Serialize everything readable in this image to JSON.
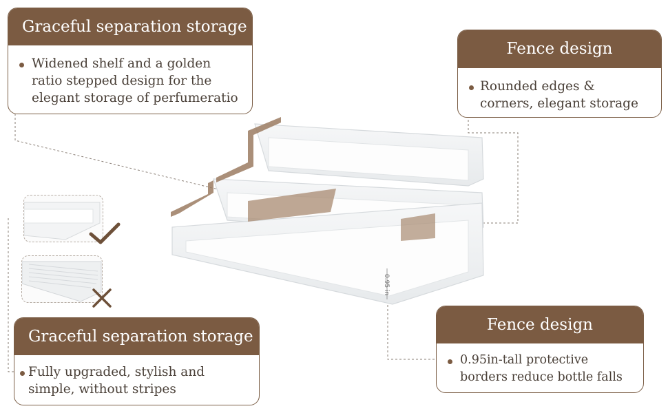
{
  "callouts": [
    {
      "title": "Graceful separation storage",
      "text": "Widened shelf and a golden ratio stepped design for the elegant storage of perfumeratio"
    },
    {
      "title": "Fence design",
      "text": "Rounded edges & corners, elegant storage"
    },
    {
      "title": "Graceful separation storage",
      "text": "Fully upgraded, stylish and simple, without stripes"
    },
    {
      "title": "Fence design",
      "text": "0.95in-tall protective borders reduce bottle falls"
    }
  ],
  "product": {
    "height_label": "0.95 in"
  },
  "comparison": [
    {
      "mark": "check-mark",
      "meaning": "good"
    },
    {
      "mark": "cross-mark",
      "meaning": "bad"
    }
  ],
  "colors": {
    "accent": "#7b5b42",
    "text": "#4a4038",
    "highlight": "#a88a70"
  }
}
